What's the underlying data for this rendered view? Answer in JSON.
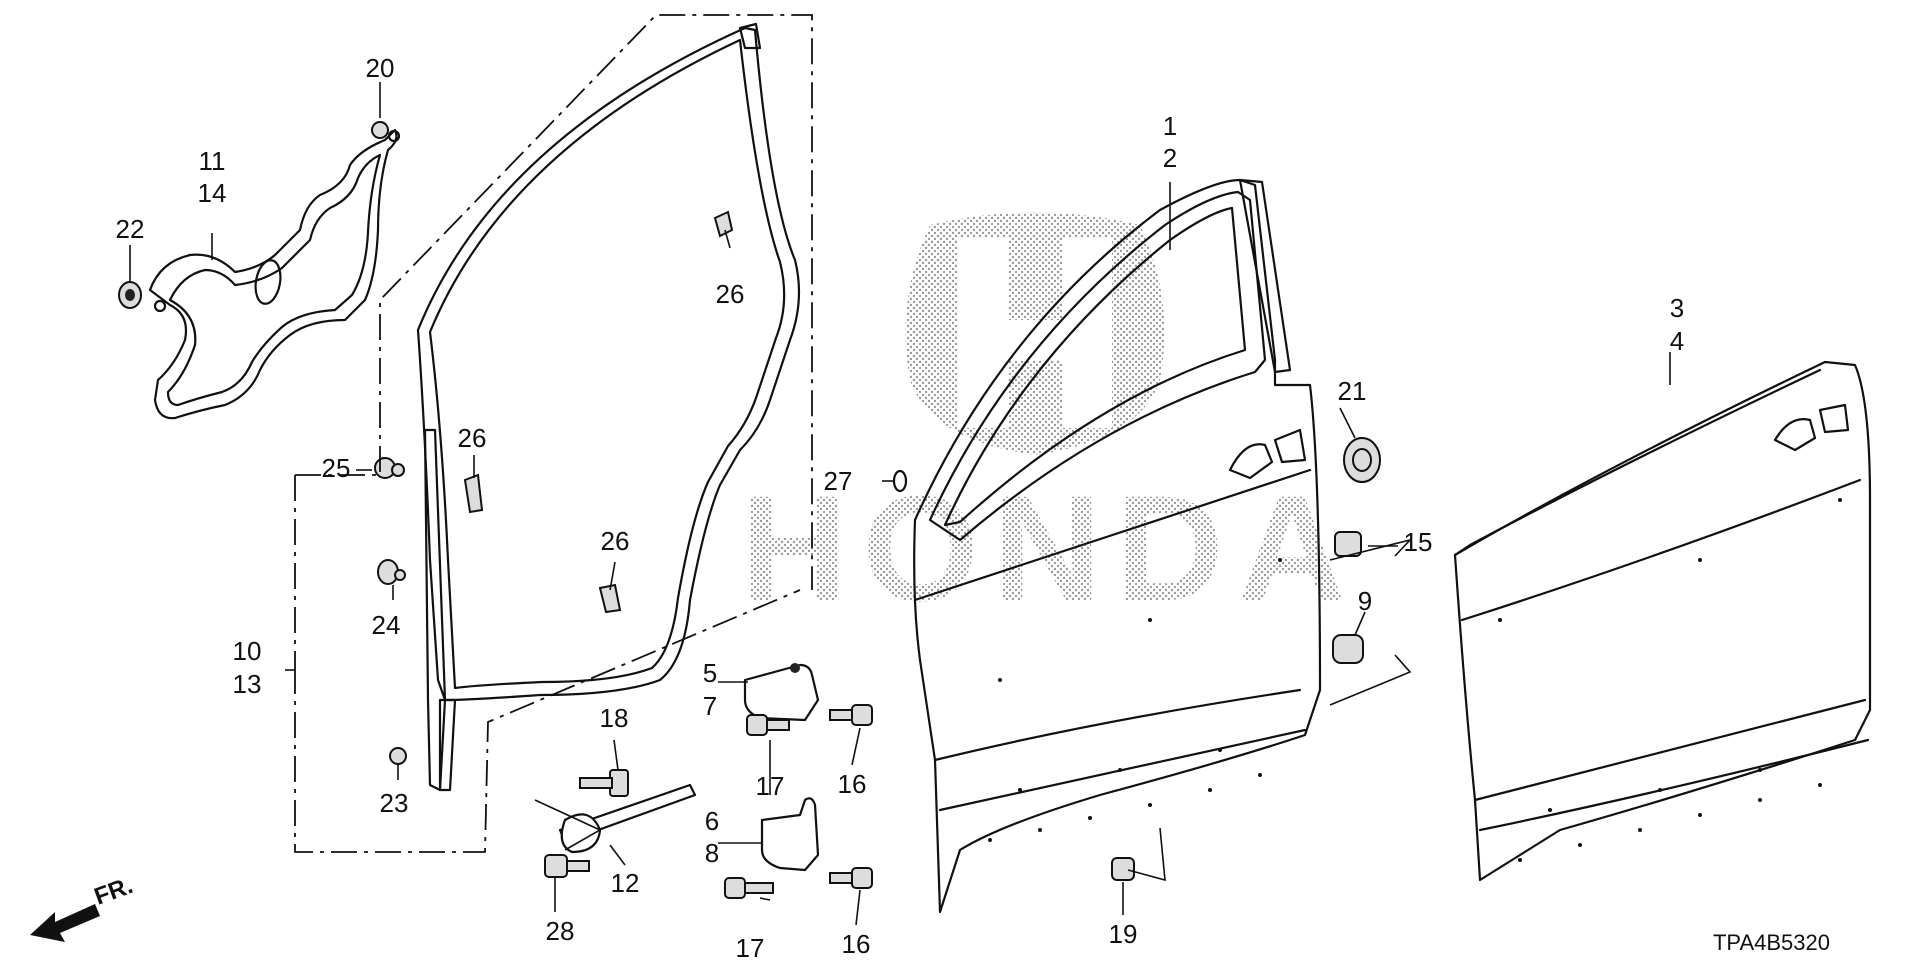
{
  "diagram": {
    "code": "TPA4B5320",
    "front_label": "FR.",
    "callouts": {
      "c1": "1",
      "c2": "2",
      "c3": "3",
      "c4": "4",
      "c5": "5",
      "c6": "6",
      "c7": "7",
      "c8": "8",
      "c9": "9",
      "c10": "10",
      "c11": "11",
      "c12": "12",
      "c13": "13",
      "c14": "14",
      "c15": "15",
      "c16a": "16",
      "c16b": "16",
      "c17a": "17",
      "c17b": "17",
      "c18": "18",
      "c19": "19",
      "c20": "20",
      "c21": "21",
      "c22": "22",
      "c23": "23",
      "c24": "24",
      "c25": "25",
      "c26a": "26",
      "c26b": "26",
      "c26c": "26",
      "c27": "27",
      "c28": "28"
    }
  }
}
